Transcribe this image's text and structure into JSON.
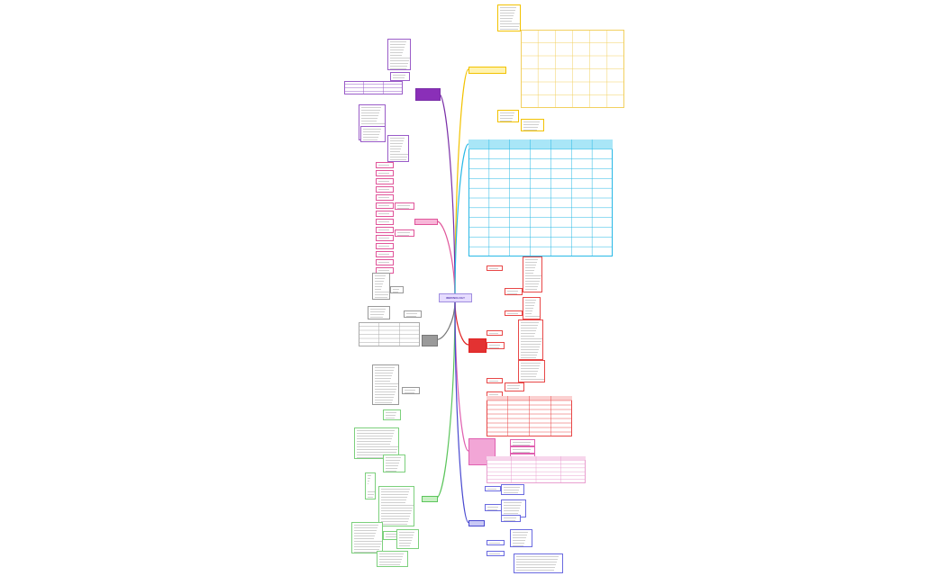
{
  "center": {
    "label": "IMMUNOLOGY"
  },
  "branches": [
    {
      "id": "yellow",
      "label": "",
      "color": "#f2c200",
      "fill": "#fff3b0"
    },
    {
      "id": "purple",
      "label": "",
      "color": "#7a2fa8",
      "fill": "#8a2fb8"
    },
    {
      "id": "pink",
      "label": "",
      "color": "#e0559a",
      "fill": "#f7b6d8"
    },
    {
      "id": "gray",
      "label": "",
      "color": "#777777",
      "fill": "#9a9a9a"
    },
    {
      "id": "green",
      "label": "",
      "color": "#5cc55c",
      "fill": "#c9f0c4"
    },
    {
      "id": "cyan",
      "label": "",
      "color": "#28b8e6",
      "fill": "#a9e6f7"
    },
    {
      "id": "red",
      "label": "",
      "color": "#e02424",
      "fill": "#e33232"
    },
    {
      "id": "magenta",
      "label": "",
      "color": "#e060b0",
      "fill": "#f2a6d6"
    },
    {
      "id": "indigo",
      "label": "",
      "color": "#4a4ad0",
      "fill": "#c9c9f5"
    }
  ]
}
